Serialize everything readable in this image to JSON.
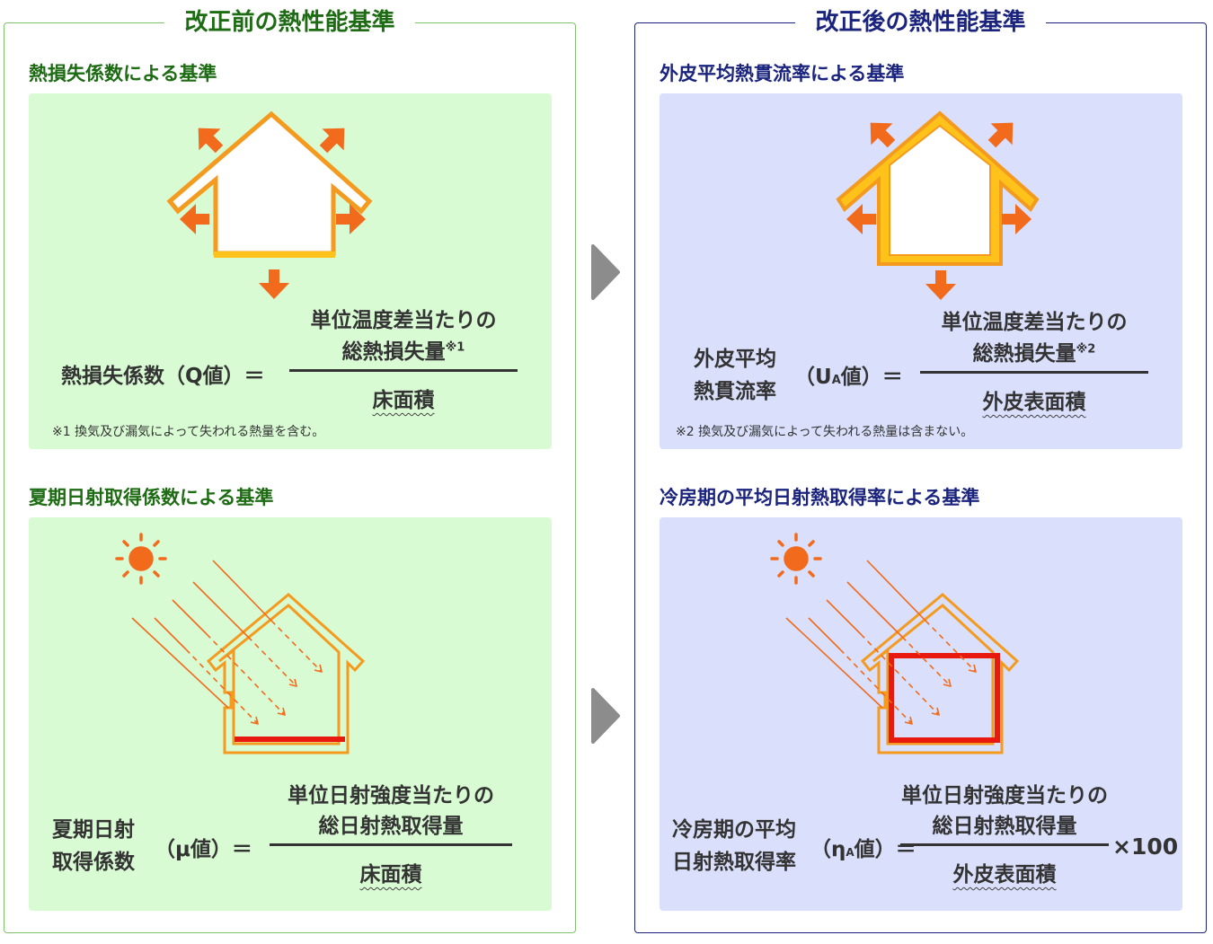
{
  "before": {
    "title": "改正前の熱性能基準",
    "sec1": {
      "title": "熱損失係数による基準",
      "lhs": "熱損失係数（Q値）＝",
      "num_line1": "単位温度差当たりの",
      "num_line2": "総熱損失量",
      "num_mark": "※1",
      "den": "床面積",
      "note": "※1 換気及び漏気によって失われる熱量を含む。"
    },
    "sec2": {
      "title": "夏期日射取得係数による基準",
      "lhs_line1": "夏期日射",
      "lhs_line2": "取得係数",
      "lhs_symbol": "（μ値）＝",
      "num_line1": "単位日射強度当たりの",
      "num_line2": "総日射熱取得量",
      "den": "床面積"
    }
  },
  "after": {
    "title": "改正後の熱性能基準",
    "sec1": {
      "title": "外皮平均熱貫流率による基準",
      "lhs_line1": "外皮平均",
      "lhs_line2": "熱貫流率",
      "lhs_symbol": "（U",
      "lhs_sub": "A",
      "lhs_tail": "値）＝",
      "num_line1": "単位温度差当たりの",
      "num_line2": "総熱損失量",
      "num_mark": "※2",
      "den": "外皮表面積",
      "note": "※2 換気及び漏気によって失われる熱量は含まない。"
    },
    "sec2": {
      "title": "冷房期の平均日射熱取得率による基準",
      "lhs_line1": "冷房期の平均",
      "lhs_line2": "日射熱取得率",
      "lhs_symbol": "（η",
      "lhs_sub": "A",
      "lhs_tail": "値）＝",
      "num_line1": "単位日射強度当たりの",
      "num_line2": "総日射熱取得量",
      "den": "外皮表面積",
      "multiplier": "×100"
    }
  },
  "colors": {
    "house_orange": "#f39a1f",
    "insulation_yellow": "#ffc21a",
    "heat_arrow": "#f26a1b",
    "sun": "#f26a1b",
    "gain_red": "#e8190f",
    "chevron_gray": "#8c8c8c"
  }
}
